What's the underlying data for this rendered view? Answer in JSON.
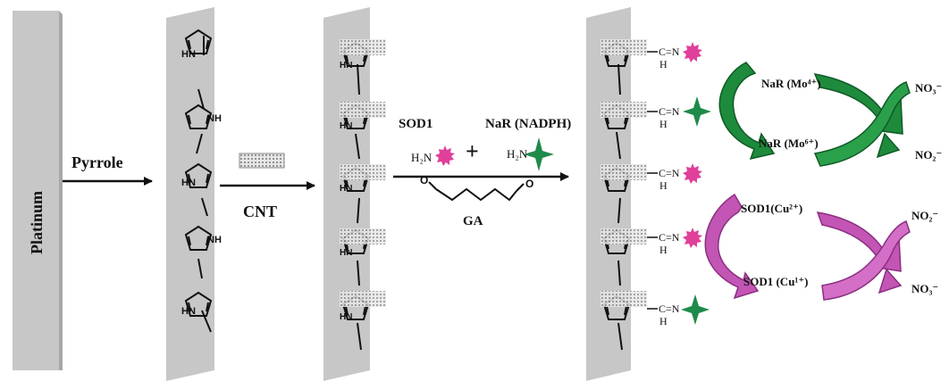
{
  "labels": {
    "electrode": "Platinum",
    "step1": "Pyrrole",
    "step2": "CNT",
    "sod1": "SOD1",
    "plus": "+",
    "nar_nadph": "NaR (NADPH)",
    "amine": "H₂N",
    "ga": "GA",
    "nar_mo4": "NaR (Mo⁴⁺)",
    "nar_mo6": "NaR (Mo⁶⁺)",
    "sod1_cu2": "SOD1(Cu²⁺)",
    "sod1_cu1": "SOD1 (Cu¹⁺)",
    "no3": "NO₃⁻",
    "no2": "NO₂⁻",
    "nh": "HN",
    "nh2": "NH",
    "imine": "C=N",
    "h": "H"
  },
  "colors": {
    "panel": "#c7c7c7",
    "sod_star": "#e0409a",
    "nar_star": "#1f8a4a",
    "green_arrow": "#1e8a3c",
    "purple_arrow": "#c355b5",
    "cnt": "#bdbdbd"
  },
  "icons": {
    "sod_enzyme": "spiky-star-icon",
    "nar_enzyme": "four-point-star-icon",
    "cnt": "cnt-bundle-icon"
  }
}
